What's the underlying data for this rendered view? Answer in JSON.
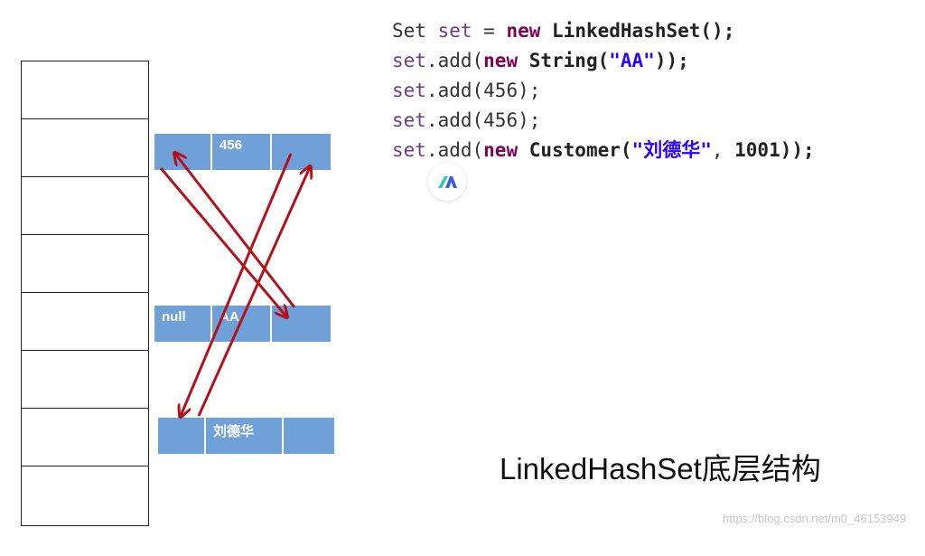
{
  "code_lines": [
    [
      {
        "t": "Set ",
        "c": "plain"
      },
      {
        "t": "set",
        "c": "var"
      },
      {
        "t": " = ",
        "c": "plain"
      },
      {
        "t": "new ",
        "c": "kw"
      },
      {
        "t": "LinkedHashSet",
        "c": "cls"
      },
      {
        "t": "();",
        "c": "cls"
      }
    ],
    [
      {
        "t": "set",
        "c": "var"
      },
      {
        "t": ".add(",
        "c": "plain"
      },
      {
        "t": "new ",
        "c": "kw"
      },
      {
        "t": "String",
        "c": "cls"
      },
      {
        "t": "(",
        "c": "cls"
      },
      {
        "t": "\"AA\"",
        "c": "str"
      },
      {
        "t": "));",
        "c": "cls"
      }
    ],
    [
      {
        "t": "set",
        "c": "var"
      },
      {
        "t": ".add(456);",
        "c": "plain"
      }
    ],
    [
      {
        "t": "set",
        "c": "var"
      },
      {
        "t": ".add(456);",
        "c": "plain"
      }
    ],
    [
      {
        "t": "set",
        "c": "var"
      },
      {
        "t": ".add(",
        "c": "plain"
      },
      {
        "t": "new ",
        "c": "kw"
      },
      {
        "t": "Customer",
        "c": "cls"
      },
      {
        "t": "(",
        "c": "cls"
      },
      {
        "t": "\"刘德华\"",
        "c": "str"
      },
      {
        "t": ", ",
        "c": "plain"
      },
      {
        "t": "1001",
        "c": "num"
      },
      {
        "t": "));",
        "c": "cls"
      }
    ]
  ],
  "nodes": {
    "n456": {
      "cells": [
        "",
        "456",
        ""
      ]
    },
    "nAA": {
      "cells": [
        "null",
        "AA",
        ""
      ]
    },
    "nLiu": {
      "cells": [
        "",
        "刘德华",
        ""
      ]
    }
  },
  "caption": "LinkedHashSet底层结构",
  "watermark": "https://blog.csdn.net/m0_46153949",
  "colors": {
    "node": "#6fa0d8",
    "arrow": "#b3121b",
    "border": "#222222"
  },
  "badge_icon": "assistant-icon"
}
